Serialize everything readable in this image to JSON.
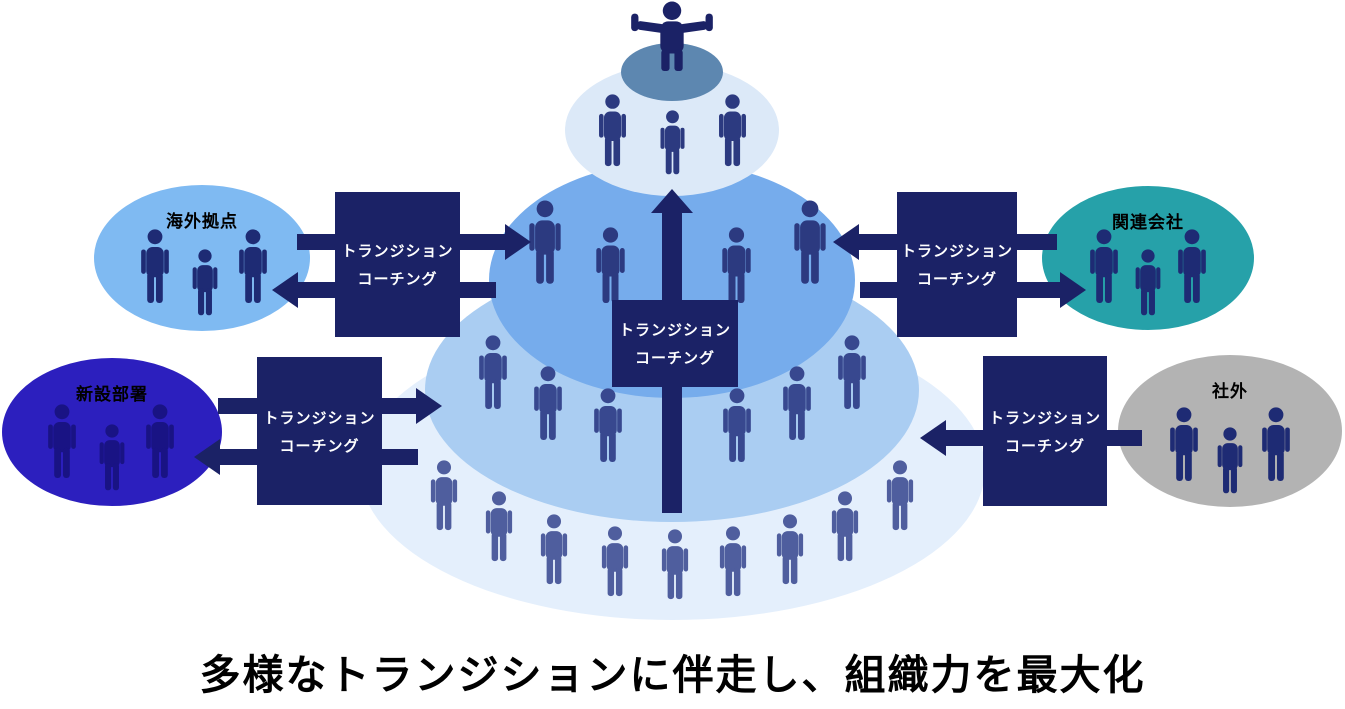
{
  "caption": "多様なトランジションに伴走し、組織力を最大化",
  "coaching": {
    "line1": "トランジション",
    "line2": "コーチング"
  },
  "satellites": [
    {
      "label": "海外拠点",
      "color": "#7fbaf2",
      "people_count": 3,
      "coaching_flow": "both-ways"
    },
    {
      "label": "関連会社",
      "color": "#26a1a9",
      "people_count": 3,
      "coaching_flow": "both-ways"
    },
    {
      "label": "新設部署",
      "color": "#2c1fbe",
      "people_count": 3,
      "coaching_flow": "both-ways"
    },
    {
      "label": "社外",
      "color": "#b3b3b3",
      "people_count": 3,
      "coaching_flow": "inbound-only"
    }
  ],
  "pyramid": {
    "tier_people_counts": [
      1,
      3,
      4,
      6,
      9
    ],
    "tier_colors_top_to_bottom": [
      "#5d87b0",
      "#dce9f8",
      "#76acec",
      "#aacdf2",
      "#e4effc"
    ],
    "center_arrow_direction": "upward",
    "center_box_people_counts_note": "center coaching box sits on upward arrow"
  },
  "colors": {
    "navy": "#1b2266",
    "box_text": "#ffffff",
    "label_text": "#000000",
    "bottom_tier_people": "#4f5e9e",
    "mid_tier_people": "#38488f",
    "upper_tier_people": "#2c3a80"
  }
}
